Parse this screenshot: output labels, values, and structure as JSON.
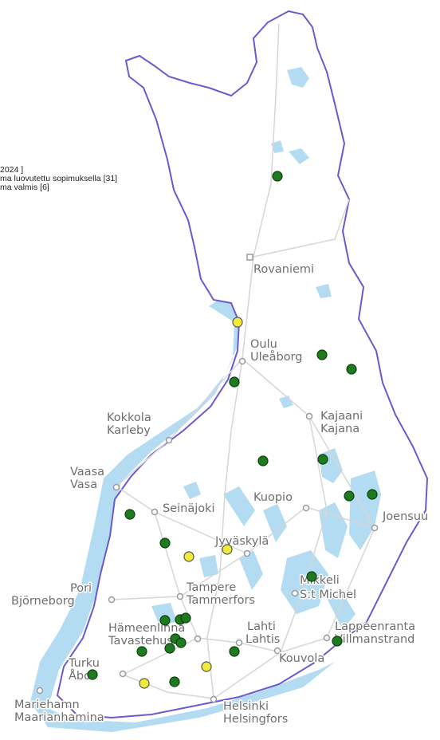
{
  "legend": {
    "header": "2024        ]",
    "line1": "ma luovutettu sopimuksella [31]",
    "line2": "ma valmis [6]"
  },
  "colors": {
    "green_marker": "#1e7a1e",
    "yellow_marker": "#f2ea3a",
    "water": "#b3dcf2",
    "border": "#6a5acd",
    "land": "#ffffff",
    "roads": "#d6d6d6"
  },
  "cities": [
    {
      "name": "Rovaniemi"
    },
    {
      "name": "Oulu"
    },
    {
      "name": "Uleåborg"
    },
    {
      "name": "Kokkola"
    },
    {
      "name": "Karleby"
    },
    {
      "name": "Kajaani"
    },
    {
      "name": "Kajana"
    },
    {
      "name": "Vaasa"
    },
    {
      "name": "Vasa"
    },
    {
      "name": "Seinäjoki"
    },
    {
      "name": "Kuopio"
    },
    {
      "name": "Joensuu"
    },
    {
      "name": "Jyväskylä"
    },
    {
      "name": "Pori"
    },
    {
      "name": "Björneborg"
    },
    {
      "name": "Tampere"
    },
    {
      "name": "Tammerfors"
    },
    {
      "name": "Mikkeli"
    },
    {
      "name": "S:t Michel"
    },
    {
      "name": "Hämeenlinna"
    },
    {
      "name": "Tavastehus"
    },
    {
      "name": "Lahti"
    },
    {
      "name": "Lahtis"
    },
    {
      "name": "Lappeenranta"
    },
    {
      "name": "Villmanstrand"
    },
    {
      "name": "Turku"
    },
    {
      "name": "Åbo"
    },
    {
      "name": "Kouvola"
    },
    {
      "name": "Maarianhamina"
    },
    {
      "name": "Mariehamn"
    },
    {
      "name": "Helsinki"
    },
    {
      "name": "Helsingfors"
    }
  ]
}
